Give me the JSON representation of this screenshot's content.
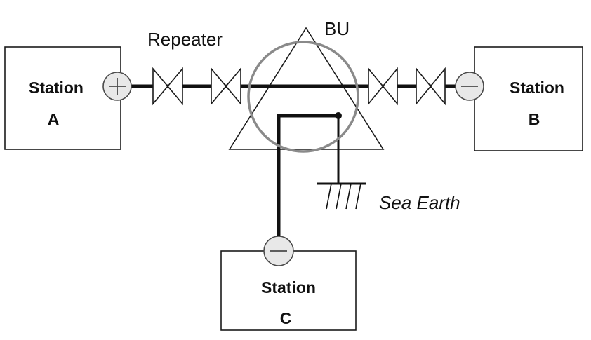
{
  "labels": {
    "repeater": "Repeater",
    "bu": "BU",
    "sea_earth": "Sea Earth"
  },
  "stations": {
    "a": {
      "line1": "Station",
      "line2": "A",
      "polarity": "+"
    },
    "b": {
      "line1": "Station",
      "line2": "B",
      "polarity": "−"
    },
    "c": {
      "line1": "Station",
      "line2": "C",
      "polarity": "−"
    }
  },
  "colors": {
    "line": "#111111",
    "bu_circle": "#8a8a8a",
    "terminal_fill": "#e8e8e8"
  }
}
